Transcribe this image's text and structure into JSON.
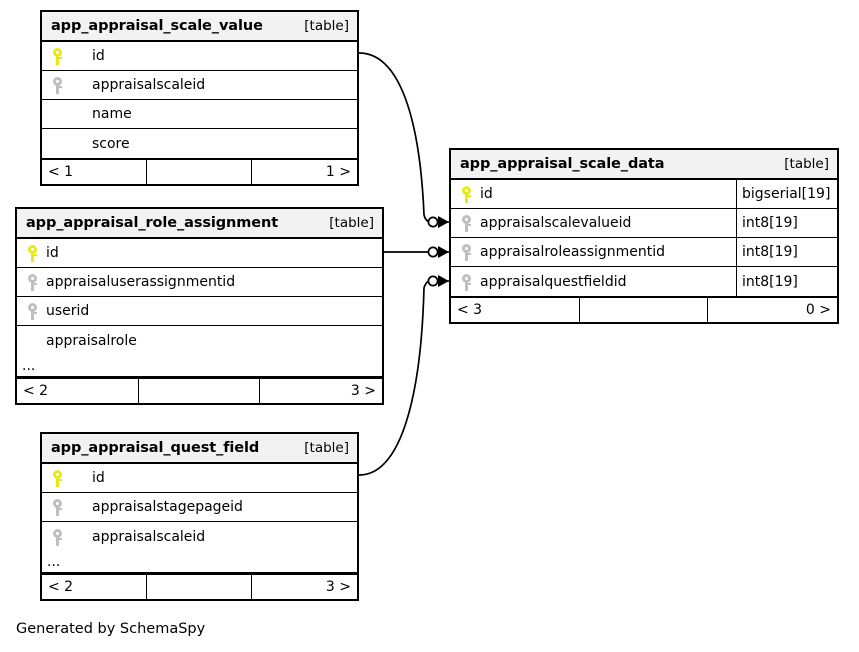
{
  "diagram": {
    "type": "entity-relationship-diagram",
    "generator_credit": "Generated by SchemaSpy",
    "table_tag": "[table]",
    "ellipsis": "...",
    "colors": {
      "primary_key_icon": "#e8e81a",
      "foreign_key_icon": "#bfbfbf",
      "header_background": "#f2f2f2",
      "border": "#000000",
      "page_background": "#ffffff"
    }
  },
  "tables": {
    "scale_value": {
      "name": "app_appraisal_scale_value",
      "tag": "[table]",
      "columns": [
        {
          "name": "id",
          "key": "primary",
          "type": ""
        },
        {
          "name": "appraisalscaleid",
          "key": "foreign",
          "type": ""
        },
        {
          "name": "name",
          "key": "none",
          "type": ""
        },
        {
          "name": "score",
          "key": "none",
          "type": ""
        }
      ],
      "has_ellipsis": false,
      "footer": {
        "left": "< 1",
        "middle": "",
        "right": "1 >"
      }
    },
    "role_assignment": {
      "name": "app_appraisal_role_assignment",
      "tag": "[table]",
      "columns": [
        {
          "name": "id",
          "key": "primary",
          "type": ""
        },
        {
          "name": "appraisaluserassignmentid",
          "key": "foreign",
          "type": ""
        },
        {
          "name": "userid",
          "key": "foreign",
          "type": ""
        },
        {
          "name": "appraisalrole",
          "key": "none",
          "type": ""
        }
      ],
      "has_ellipsis": true,
      "footer": {
        "left": "< 2",
        "middle": "",
        "right": "3 >"
      }
    },
    "quest_field": {
      "name": "app_appraisal_quest_field",
      "tag": "[table]",
      "columns": [
        {
          "name": "id",
          "key": "primary",
          "type": ""
        },
        {
          "name": "appraisalstagepageid",
          "key": "foreign",
          "type": ""
        },
        {
          "name": "appraisalscaleid",
          "key": "foreign",
          "type": ""
        }
      ],
      "has_ellipsis": true,
      "footer": {
        "left": "< 2",
        "middle": "",
        "right": "3 >"
      }
    },
    "scale_data": {
      "name": "app_appraisal_scale_data",
      "tag": "[table]",
      "columns": [
        {
          "name": "id",
          "key": "primary",
          "type": "bigserial[19]"
        },
        {
          "name": "appraisalscalevalueid",
          "key": "foreign",
          "type": "int8[19]"
        },
        {
          "name": "appraisalroleassignmentid",
          "key": "foreign",
          "type": "int8[19]"
        },
        {
          "name": "appraisalquestfieldid",
          "key": "foreign",
          "type": "int8[19]"
        }
      ],
      "has_ellipsis": false,
      "footer": {
        "left": "< 3",
        "middle": "",
        "right": "0 >"
      }
    }
  },
  "relationships": [
    {
      "id": "rel-scale-value",
      "from_table": "app_appraisal_scale_value",
      "from_column": "id",
      "to_table": "app_appraisal_scale_data",
      "to_column": "appraisalscalevalueid",
      "notation": "optional-many"
    },
    {
      "id": "rel-role-assignment",
      "from_table": "app_appraisal_role_assignment",
      "from_column": "id",
      "to_table": "app_appraisal_scale_data",
      "to_column": "appraisalroleassignmentid",
      "notation": "optional-many"
    },
    {
      "id": "rel-quest-field",
      "from_table": "app_appraisal_quest_field",
      "from_column": "id",
      "to_table": "app_appraisal_scale_data",
      "to_column": "appraisalquestfieldid",
      "notation": "optional-many"
    }
  ]
}
